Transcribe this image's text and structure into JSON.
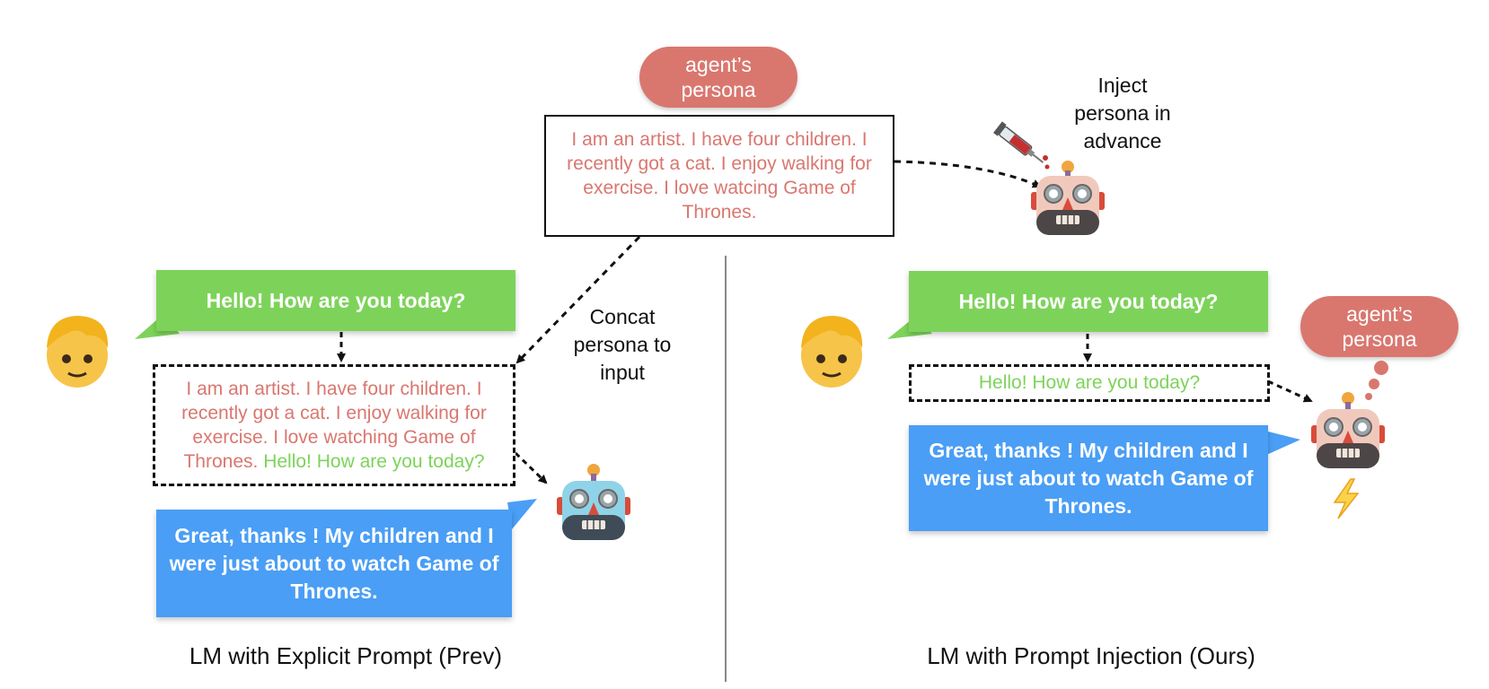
{
  "top": {
    "persona_pill": "agent’s persona",
    "persona_box": "I am an artist. I have four children. I recently got a cat. I enjoy walking for exercise. I love  watcing Game of Thrones.",
    "inject_label": "Inject persona in advance"
  },
  "left": {
    "user_message": "Hello! How are you today?",
    "concat_label": "Concat persona to input",
    "concat_persona": "I am an artist. I have four children. I recently got a cat. I enjoy walking for exercise. I love watching Game of Thrones.",
    "concat_greeting": "Hello! How are you today?",
    "bot_reply": "Great, thanks ! My children and I were just about to watch Game of Thrones.",
    "caption": "LM with Explicit Prompt (Prev)"
  },
  "right": {
    "user_message": "Hello! How are you today?",
    "input_box": "Hello! How are you today?",
    "persona_pill": "agent’s persona",
    "bot_reply": "Great, thanks ! My children and I were just about to watch Game of Thrones.",
    "caption": "LM with Prompt Injection (Ours)"
  },
  "icons": [
    "person-icon",
    "robot-icon",
    "syringe-icon",
    "lightning-icon",
    "thought-bubble-icon"
  ],
  "colors": {
    "persona": "#d9776f",
    "user_bubble": "#7dd35a",
    "bot_bubble": "#4a9ef5",
    "divider": "#888888"
  }
}
